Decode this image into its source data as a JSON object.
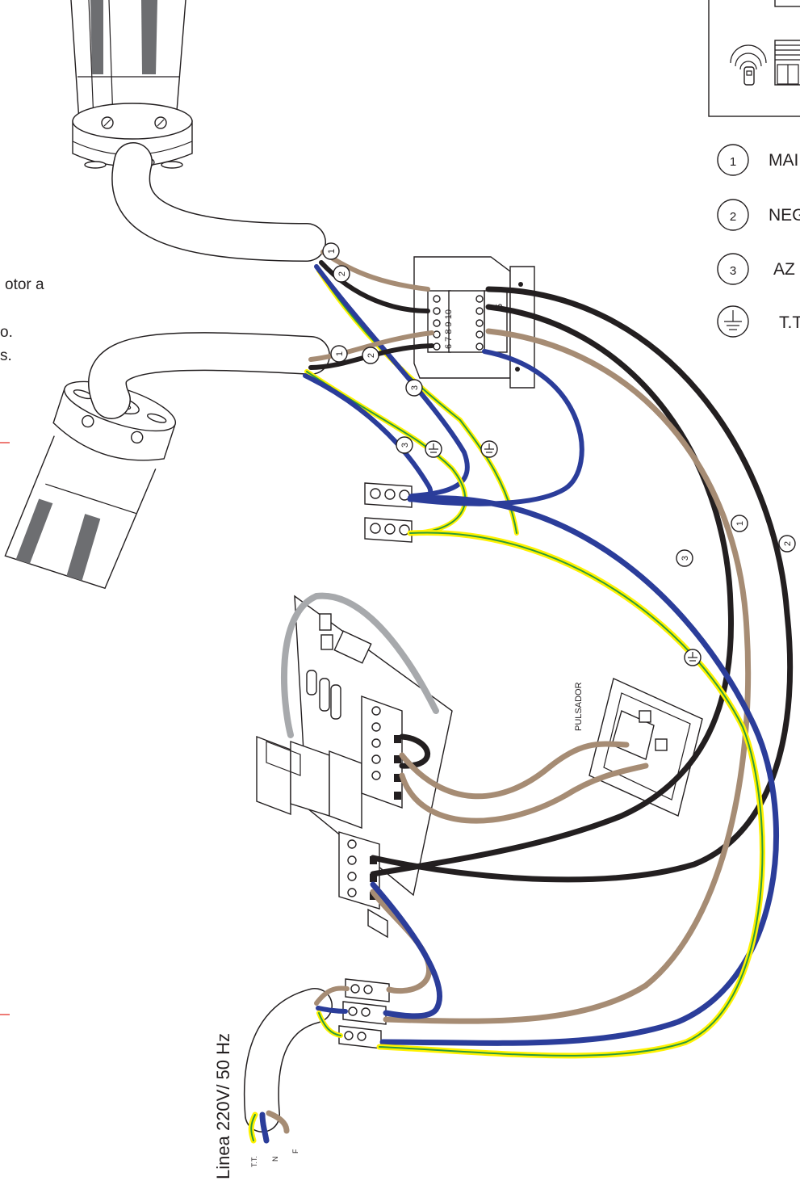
{
  "legend": {
    "items": [
      {
        "symbol": "1",
        "text": "MAI"
      },
      {
        "symbol": "2",
        "text": "NEG"
      },
      {
        "symbol": "3",
        "text": "AZ"
      },
      {
        "symbol": "",
        "text": "T.T"
      }
    ]
  },
  "side_text": {
    "line1": "otor a",
    "line2": "o.",
    "line3": "s."
  },
  "labels": {
    "pulsador": "PULSADOR",
    "linea": "Linea 220V/ 50 Hz",
    "tt": "T.T.",
    "n": "N",
    "f": "F",
    "terminal_a": "6 7 8 9 10",
    "terminal_b": "5"
  },
  "wire_numbers": {
    "m1_brown": "1",
    "m1_black": "2",
    "m2_brown": "1",
    "m2_black": "2",
    "blue_a": "3",
    "blue_b": "3",
    "blue_long": "3",
    "brown_long": "1",
    "black_long": "2"
  },
  "colors": {
    "brown": "#a68c74",
    "black": "#231f20",
    "blue": "#2b3d9a",
    "yellow": "#fff200",
    "green": "#2e9a3a",
    "grey": "#a7a9ac",
    "line": "#231f20",
    "accent_red": "#e2231a"
  }
}
